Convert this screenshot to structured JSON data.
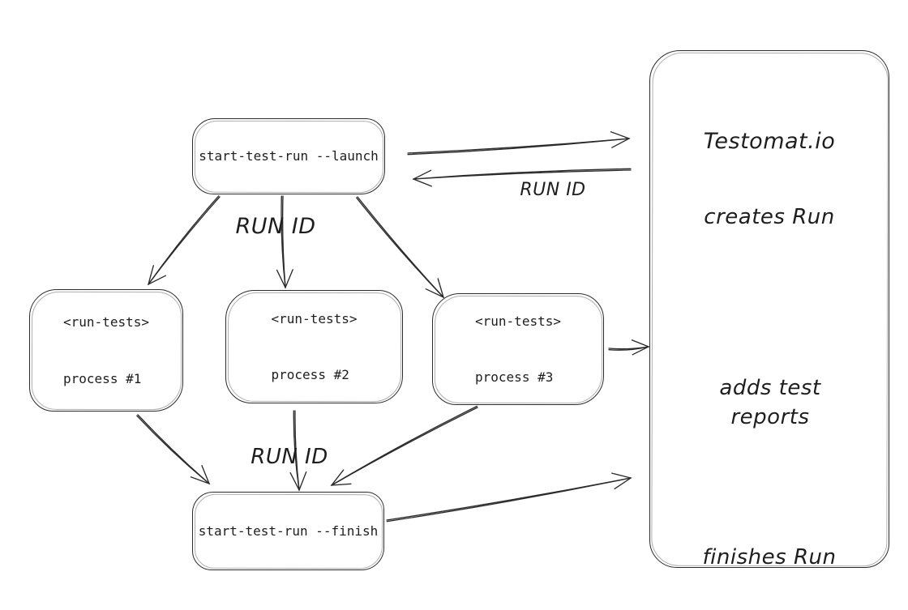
{
  "colors": {
    "stroke": "#2b2b2b",
    "text": "#1e1e1e",
    "canvas": "#ffffff"
  },
  "nodes": {
    "launch_box": {
      "label": "start-test-run --launch"
    },
    "process_1": {
      "lines": [
        "<run-tests>",
        "process #1"
      ]
    },
    "process_2": {
      "lines": [
        "<run-tests>",
        "process #2"
      ]
    },
    "process_3": {
      "lines": [
        "<run-tests>",
        "process #3"
      ]
    },
    "finish_box": {
      "label": "start-test-run --finish"
    },
    "testomat_panel": {
      "title": "Testomat.io",
      "steps": [
        {
          "label": "creates Run"
        },
        {
          "label": "adds test reports"
        },
        {
          "label": "finishes Run"
        }
      ]
    }
  },
  "edge_labels": {
    "launch_response": "RUN ID",
    "fan_out": "RUN ID",
    "fan_in": "RUN ID"
  }
}
